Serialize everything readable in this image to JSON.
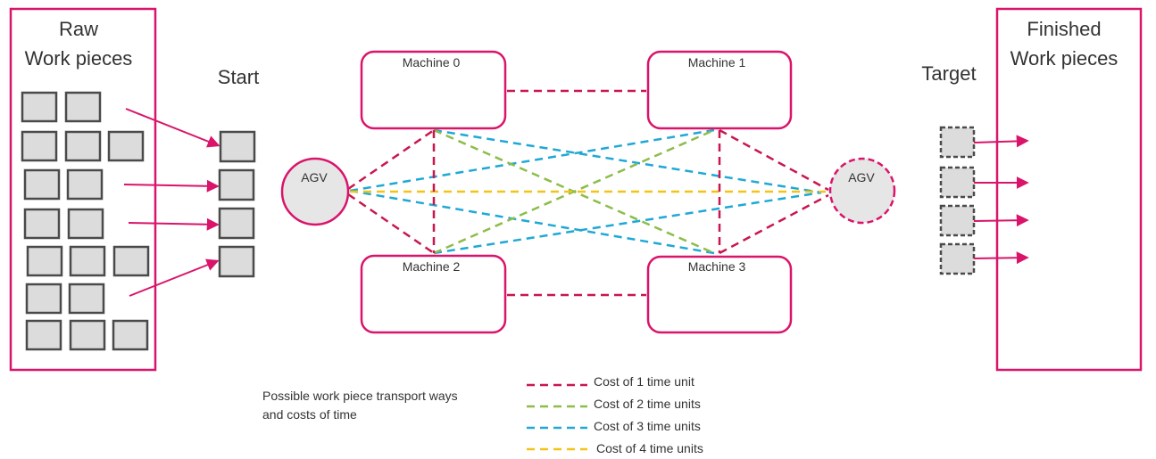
{
  "raw_panel": {
    "title_line1": "Raw",
    "title_line2": "Work pieces"
  },
  "finished_panel": {
    "title_line1": "Finished",
    "title_line2": "Work pieces"
  },
  "start_label": "Start",
  "target_label": "Target",
  "agv_start_label": "AGV",
  "agv_target_label": "AGV",
  "machines": [
    {
      "id": "m0",
      "label": "Machine 0"
    },
    {
      "id": "m1",
      "label": "Machine 1"
    },
    {
      "id": "m2",
      "label": "Machine 2"
    },
    {
      "id": "m3",
      "label": "Machine 3"
    }
  ],
  "caption": {
    "line1": "Possible work piece transport ways",
    "line2": "and costs of time"
  },
  "legend": [
    {
      "label": "Cost of 1 time unit",
      "color": "#c8174f"
    },
    {
      "label": "Cost of 2 time units",
      "color": "#8cbd4a"
    },
    {
      "label": "Cost of 3 time units",
      "color": "#1fa8d6"
    },
    {
      "label": "Cost of 4 time units",
      "color": "#f2c418"
    }
  ],
  "colors": {
    "magenta": "#d9146a",
    "box_fill": "#dcdcdc",
    "box_stroke": "#4a4a4a",
    "text": "#333333"
  }
}
